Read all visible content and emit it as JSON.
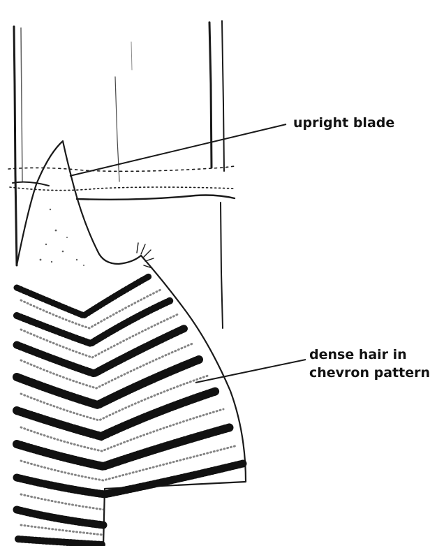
{
  "labels": {
    "upright_blade": "upright blade",
    "dense_hair_line1": "dense hair in",
    "dense_hair_line2": "chevron pattern"
  },
  "colors": {
    "ink": "#111111",
    "background": "#ffffff"
  }
}
